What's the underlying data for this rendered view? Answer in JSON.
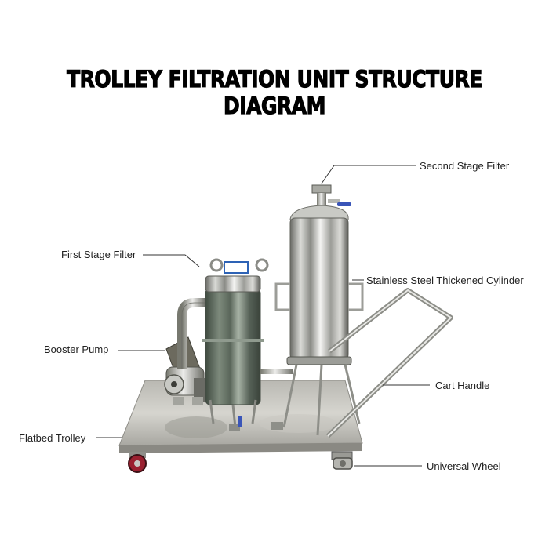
{
  "title": "TROLLEY FILTRATION UNIT STRUCTURE DIAGRAM",
  "callouts": [
    {
      "id": "second-stage-filter",
      "label": "Second Stage Filter"
    },
    {
      "id": "first-stage-filter",
      "label": "First Stage Filter"
    },
    {
      "id": "stainless-steel-thickened-cylinder",
      "label": "Stainless Steel Thickened Cylinder"
    },
    {
      "id": "booster-pump",
      "label": "Booster Pump"
    },
    {
      "id": "cart-handle",
      "label": "Cart Handle"
    },
    {
      "id": "flatbed-trolley",
      "label": "Flatbed Trolley"
    },
    {
      "id": "universal-wheel",
      "label": "Universal Wheel"
    }
  ],
  "colors": {
    "background": "#ffffff",
    "title": "#000000",
    "label_text": "#222222",
    "leader_line": "#333333",
    "steel_light": "#e4e4e2",
    "steel_mid": "#a9a9a5",
    "steel_dark": "#5e5f5a",
    "filter_tint": "#5f6b5e",
    "valve_blue": "#3a55b8",
    "wheel_red": "#9a2030"
  }
}
